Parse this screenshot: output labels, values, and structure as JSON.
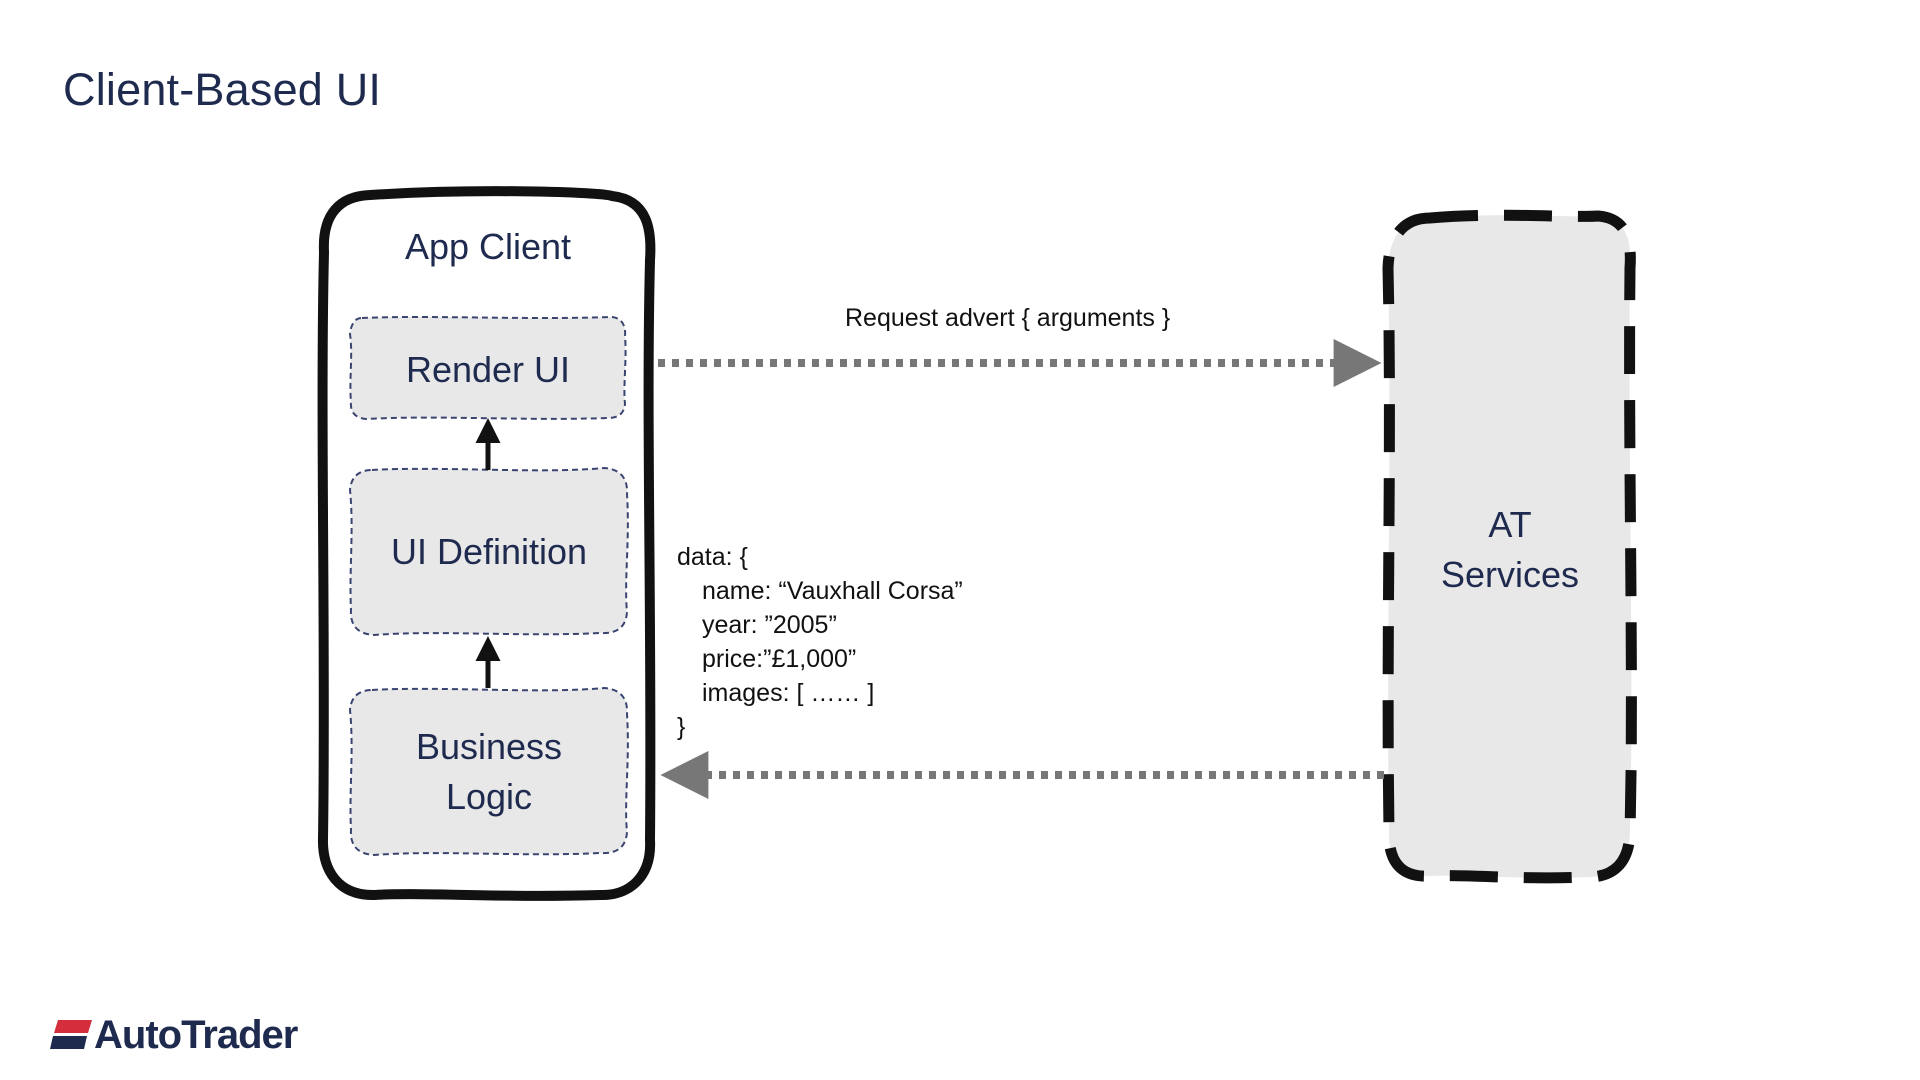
{
  "slide": {
    "title": "Client-Based UI"
  },
  "app_client": {
    "label": "App Client",
    "render_ui": "Render UI",
    "ui_definition": "UI Definition",
    "business_logic_line1": "Business",
    "business_logic_line2": "Logic"
  },
  "services": {
    "line1": "AT",
    "line2": "Services"
  },
  "request": {
    "label": "Request advert { arguments }"
  },
  "response": {
    "lines": [
      "data: {",
      "name: “Vauxhall Corsa”",
      "year: ”2005”",
      "price:”£1,000”",
      "images: [ …… ]",
      "}"
    ]
  },
  "colors": {
    "title": "#1f2a4f",
    "box_fill": "#e8e8e8",
    "dashed_box_stroke": "#3a4470",
    "arrow": "#777777",
    "logo_red": "#d42e3d",
    "logo_navy": "#1f2a4f"
  },
  "logo": {
    "text": "AutoTrader"
  }
}
